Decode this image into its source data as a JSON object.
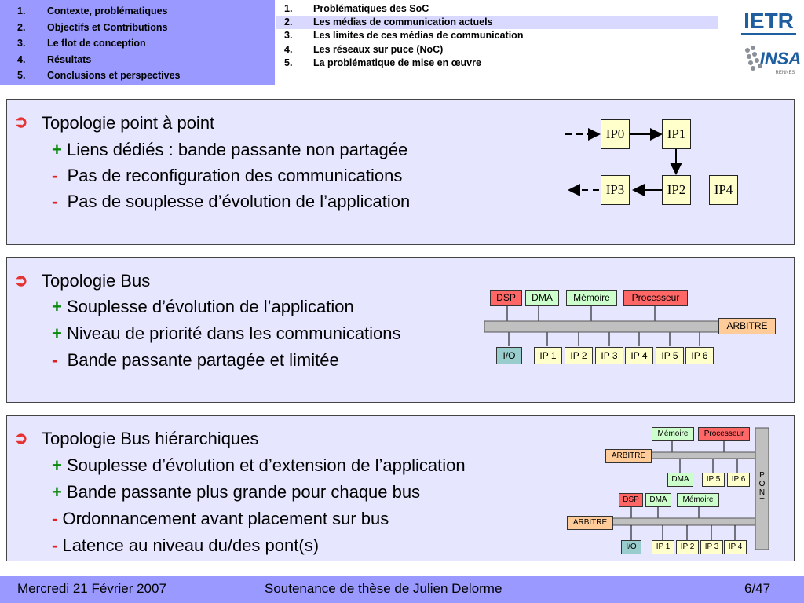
{
  "outline_left": [
    {
      "num": "1.",
      "label": "Contexte, problématiques"
    },
    {
      "num": "2.",
      "label": "Objectifs et Contributions"
    },
    {
      "num": "3.",
      "label": "Le flot de conception"
    },
    {
      "num": "4.",
      "label": "Résultats"
    },
    {
      "num": "5.",
      "label": "Conclusions et perspectives"
    }
  ],
  "outline_right": [
    {
      "num": "1.",
      "label": "Problématiques des SoC"
    },
    {
      "num": "2.",
      "label": "Les médias de communication actuels"
    },
    {
      "num": "3.",
      "label": "Les limites de ces médias de communication"
    },
    {
      "num": "4.",
      "label": "Les réseaux sur puce (NoC)"
    },
    {
      "num": "5.",
      "label": "La problématique de mise en œuvre"
    }
  ],
  "logos": {
    "ietr": "IETR",
    "insa": "INSA",
    "insa_sub": "RENNES"
  },
  "panel1": {
    "title": "Topologie point à point",
    "items": [
      {
        "sign": "+",
        "text": "Liens dédiés : bande passante non partagée"
      },
      {
        "sign": "-",
        "text": "Pas de reconfiguration des communications"
      },
      {
        "sign": "-",
        "text": "Pas de souplesse d’évolution de l’application"
      }
    ],
    "diagram": {
      "ip0": "IP0",
      "ip1": "IP1",
      "ip2": "IP2",
      "ip3": "IP3",
      "ip4": "IP4"
    }
  },
  "panel2": {
    "title": "Topologie Bus",
    "items": [
      {
        "sign": "+",
        "text": "Souplesse d’évolution de l’application"
      },
      {
        "sign": "+",
        "text": "Niveau de priorité dans les communications"
      },
      {
        "sign": "-",
        "text": "Bande passante partagée et limitée"
      }
    ],
    "diagram": {
      "dsp": "DSP",
      "dma": "DMA",
      "memoire": "Mémoire",
      "processeur": "Processeur",
      "arbitre": "ARBITRE",
      "io": "I/O",
      "ips": [
        "IP 1",
        "IP 2",
        "IP 3",
        "IP 4",
        "IP 5",
        "IP 6"
      ]
    }
  },
  "panel3": {
    "title": "Topologie Bus hiérarchiques",
    "items": [
      {
        "sign": "+",
        "text": "Souplesse d’évolution et d’extension de l’application"
      },
      {
        "sign": "+",
        "text": "Bande passante plus grande pour chaque bus"
      },
      {
        "sign": "-",
        "text": "Ordonnancement avant placement sur bus"
      },
      {
        "sign": "-",
        "text": "Latence au niveau du/des pont(s)"
      }
    ],
    "diagram": {
      "memoire": "Mémoire",
      "processeur": "Processeur",
      "arbitre": "ARBITRE",
      "dma": "DMA",
      "ip5": "IP 5",
      "ip6": "IP 6",
      "dsp": "DSP",
      "dma2": "DMA",
      "memoire2": "Mémoire",
      "arbitre2": "ARBITRE",
      "io": "I/O",
      "ips": [
        "IP 1",
        "IP 2",
        "IP 3",
        "IP 4"
      ],
      "pont": [
        "P",
        "O",
        "N",
        "T"
      ]
    }
  },
  "footer": {
    "date": "Mercredi 21 Février 2007",
    "title": "Soutenance de thèse de Julien Delorme",
    "page": "6/47"
  }
}
